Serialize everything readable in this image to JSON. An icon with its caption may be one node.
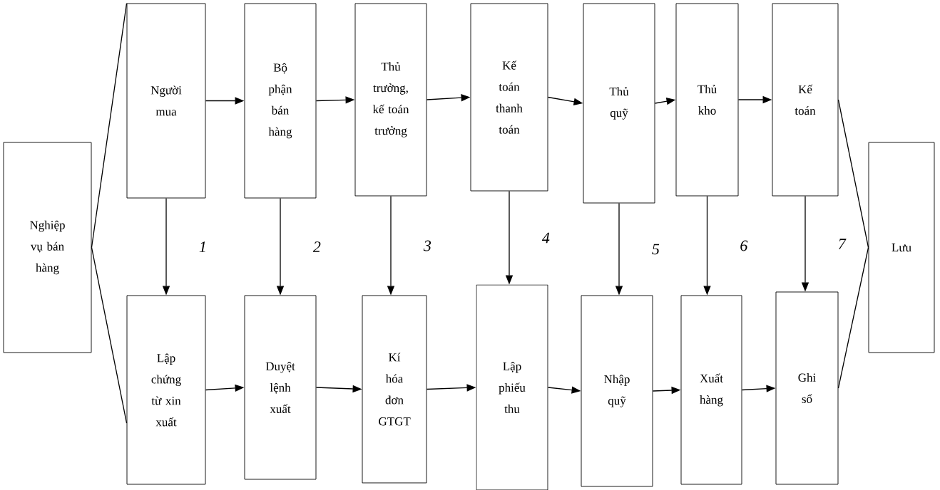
{
  "diagram": {
    "nodes": [
      {
        "text": [
          "Nghiệp vụ bán hàng"
        ]
      },
      {
        "text": [
          "Người mua"
        ]
      },
      {
        "text": [
          "Bộ phận bán hàng"
        ]
      },
      {
        "text": [
          "Thủ trưởng, kế toán trưởng"
        ]
      },
      {
        "text": [
          "Kế toán thanh toán"
        ]
      },
      {
        "text": [
          "Thủ quỹ"
        ]
      },
      {
        "text": [
          "Thủ kho"
        ]
      },
      {
        "text": [
          "Kế toán"
        ]
      },
      {
        "text": [
          "Lưu"
        ]
      },
      {
        "text": [
          "Lập chứng từ xin xuất"
        ]
      },
      {
        "text": [
          "Duyệt lệnh xuất"
        ]
      },
      {
        "text": [
          "Kí hóa đơn GTGT"
        ]
      },
      {
        "text": [
          "Lập phiếu thu"
        ]
      },
      {
        "text": [
          "Nhập quỹ"
        ]
      },
      {
        "text": [
          "Xuất hàng"
        ]
      },
      {
        "text": [
          "Ghi sổ"
        ]
      }
    ],
    "edges": [
      {
        "from": 0,
        "to": 1,
        "arrow": "none"
      },
      {
        "from": 0,
        "to": 9,
        "arrow": "none"
      },
      {
        "from": 1,
        "to": 2,
        "arrow": "to"
      },
      {
        "from": 2,
        "to": 3,
        "arrow": "to"
      },
      {
        "from": 3,
        "to": 4,
        "arrow": "to"
      },
      {
        "from": 4,
        "to": 5,
        "arrow": "to"
      },
      {
        "from": 5,
        "to": 6,
        "arrow": "to"
      },
      {
        "from": 6,
        "to": 7,
        "arrow": "to"
      },
      {
        "from": 1,
        "to": 9,
        "arrow": "to",
        "label": "1"
      },
      {
        "from": 2,
        "to": 10,
        "arrow": "to",
        "label": "2"
      },
      {
        "from": 3,
        "to": 11,
        "arrow": "to",
        "label": "3"
      },
      {
        "from": 4,
        "to": 12,
        "arrow": "to",
        "label": "4"
      },
      {
        "from": 5,
        "to": 13,
        "arrow": "to",
        "label": "5"
      },
      {
        "from": 6,
        "to": 14,
        "arrow": "to",
        "label": "6"
      },
      {
        "from": 7,
        "to": 15,
        "arrow": "to",
        "label": "7"
      },
      {
        "from": 9,
        "to": 10,
        "arrow": "to"
      },
      {
        "from": 10,
        "to": 11,
        "arrow": "to"
      },
      {
        "from": 11,
        "to": 12,
        "arrow": "to"
      },
      {
        "from": 12,
        "to": 13,
        "arrow": "to"
      },
      {
        "from": 13,
        "to": 14,
        "arrow": "to"
      },
      {
        "from": 14,
        "to": 15,
        "arrow": "to"
      },
      {
        "from": 7,
        "to": 8,
        "arrow": "none"
      },
      {
        "from": 15,
        "to": 8,
        "arrow": "none"
      }
    ]
  }
}
